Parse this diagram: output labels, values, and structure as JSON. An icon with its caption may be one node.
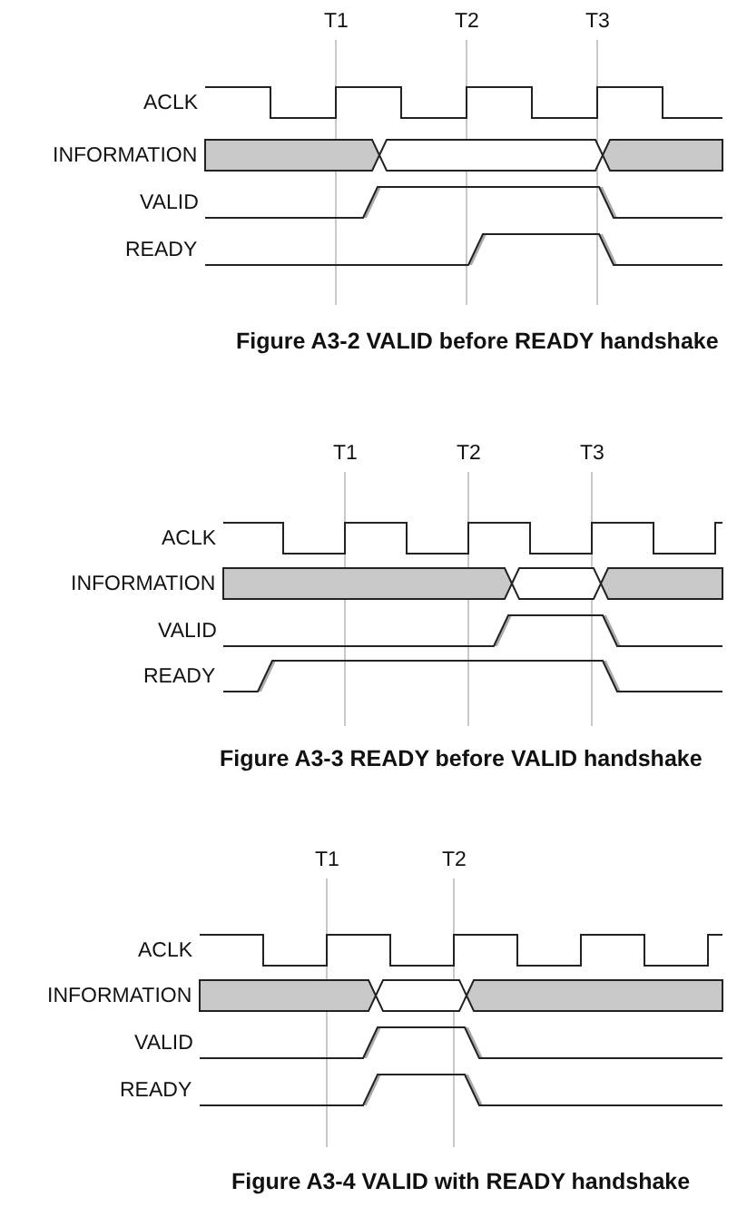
{
  "diagram": {
    "labels": [
      "T1",
      "T2",
      "T3",
      "ACLK",
      "INFORMATION",
      "VALID",
      "READY",
      "Figure A3-2 VALID before READY handshake",
      "T1",
      "T2",
      "T3",
      "ACLK",
      "INFORMATION",
      "VALID",
      "READY",
      "Figure A3-3 READY before VALID handshake",
      "T1",
      "T2",
      "ACLK",
      "INFORMATION",
      "VALID",
      "READY",
      "Figure A3-4 VALID with READY handshake"
    ]
  }
}
